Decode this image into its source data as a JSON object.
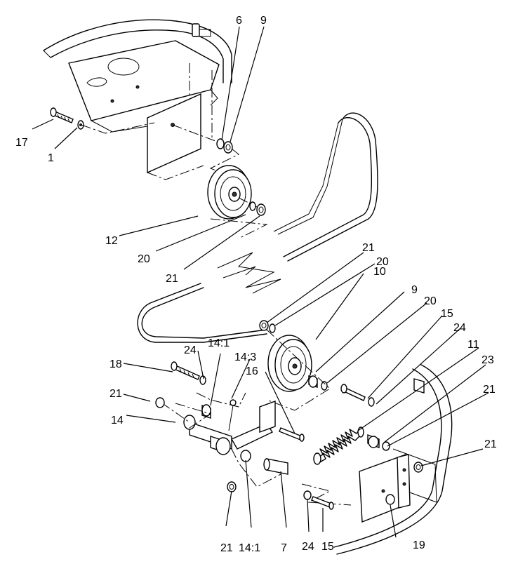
{
  "callouts": [
    {
      "id": "c6",
      "text": "6"
    },
    {
      "id": "c9a",
      "text": "9"
    },
    {
      "id": "c17",
      "text": "17"
    },
    {
      "id": "c1",
      "text": "1"
    },
    {
      "id": "c12",
      "text": "12"
    },
    {
      "id": "c20a",
      "text": "20"
    },
    {
      "id": "c21a",
      "text": "21"
    },
    {
      "id": "c21b",
      "text": "21"
    },
    {
      "id": "c20b",
      "text": "20"
    },
    {
      "id": "c10",
      "text": "10"
    },
    {
      "id": "c9b",
      "text": "9"
    },
    {
      "id": "c20c",
      "text": "20"
    },
    {
      "id": "c15a",
      "text": "15"
    },
    {
      "id": "c24a",
      "text": "24"
    },
    {
      "id": "c11",
      "text": "11"
    },
    {
      "id": "c23",
      "text": "23"
    },
    {
      "id": "c24b",
      "text": "24"
    },
    {
      "id": "c14-1a",
      "text": "14:1"
    },
    {
      "id": "c14-3",
      "text": "14:3"
    },
    {
      "id": "c18",
      "text": "18"
    },
    {
      "id": "c16",
      "text": "16"
    },
    {
      "id": "c21c",
      "text": "21"
    },
    {
      "id": "c21d",
      "text": "21"
    },
    {
      "id": "c14",
      "text": "14"
    },
    {
      "id": "c21e",
      "text": "21"
    },
    {
      "id": "c21f",
      "text": "21"
    },
    {
      "id": "c14-1b",
      "text": "14:1"
    },
    {
      "id": "c7",
      "text": "7"
    },
    {
      "id": "c24c",
      "text": "24"
    },
    {
      "id": "c15b",
      "text": "15"
    },
    {
      "id": "c19",
      "text": "19"
    }
  ]
}
